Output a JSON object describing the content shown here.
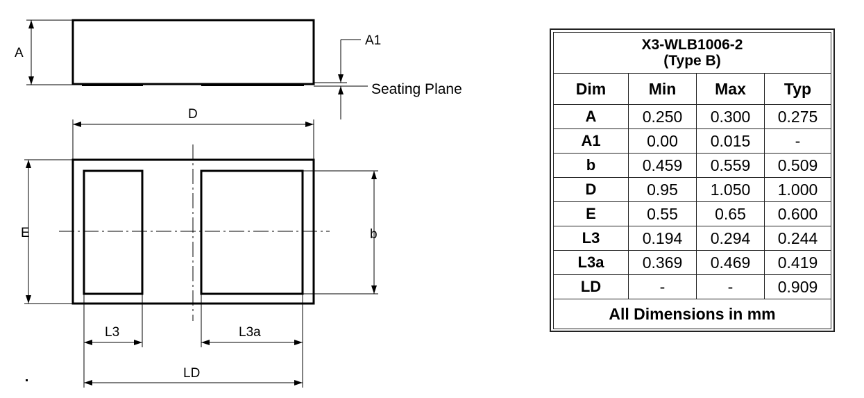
{
  "drawing": {
    "dim_labels": {
      "A": "A",
      "A1": "A1",
      "D": "D",
      "E": "E",
      "b": "b",
      "L3": "L3",
      "L3a": "L3a",
      "LD": "LD"
    },
    "seating_plane": "Seating Plane"
  },
  "table": {
    "title_line1": "X3-WLB1006-2",
    "title_line2": "(Type B)",
    "headers": [
      "Dim",
      "Min",
      "Max",
      "Typ"
    ],
    "rows": [
      {
        "dim": "A",
        "min": "0.250",
        "max": "0.300",
        "typ": "0.275"
      },
      {
        "dim": "A1",
        "min": "0.00",
        "max": "0.015",
        "typ": "-"
      },
      {
        "dim": "b",
        "min": "0.459",
        "max": "0.559",
        "typ": "0.509"
      },
      {
        "dim": "D",
        "min": "0.95",
        "max": "1.050",
        "typ": "1.000"
      },
      {
        "dim": "E",
        "min": "0.55",
        "max": "0.65",
        "typ": "0.600"
      },
      {
        "dim": "L3",
        "min": "0.194",
        "max": "0.294",
        "typ": "0.244"
      },
      {
        "dim": "L3a",
        "min": "0.369",
        "max": "0.469",
        "typ": "0.419"
      },
      {
        "dim": "LD",
        "min": "-",
        "max": "-",
        "typ": "0.909"
      }
    ],
    "footer": "All Dimensions in mm"
  }
}
